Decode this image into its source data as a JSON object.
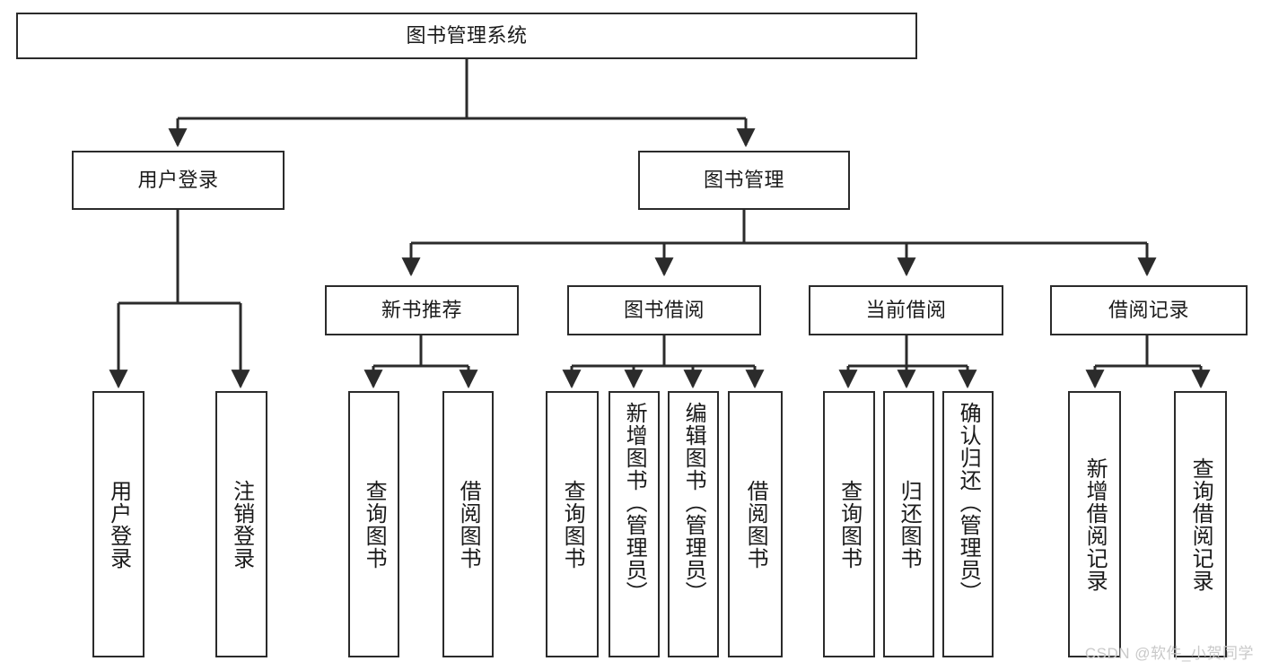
{
  "diagram": {
    "type": "tree",
    "title": "图书管理系统",
    "watermark": "CSDN @软件_小贺同学",
    "colors": {
      "box_border": "#2b2b2b",
      "box_fill": "#ffffff",
      "connector": "#2b2b2b",
      "text": "#1a1a1a",
      "watermark": "#c9c9c9"
    },
    "nodes": {
      "root": {
        "label": "图书管理系统"
      },
      "level2": [
        {
          "label": "用户登录"
        },
        {
          "label": "图书管理"
        }
      ],
      "level3": [
        {
          "label": "新书推荐"
        },
        {
          "label": "图书借阅"
        },
        {
          "label": "当前借阅"
        },
        {
          "label": "借阅记录"
        }
      ],
      "leaves": {
        "user_login": [
          {
            "label": "用户登录"
          },
          {
            "label": "注销登录"
          }
        ],
        "new_book_recommend": [
          {
            "label": "查询图书"
          },
          {
            "label": "借阅图书"
          }
        ],
        "book_borrow": [
          {
            "label": "查询图书"
          },
          {
            "label": "新增图书（管理员）"
          },
          {
            "label": "编辑图书（管理员）"
          },
          {
            "label": "借阅图书"
          }
        ],
        "current_borrow": [
          {
            "label": "查询图书"
          },
          {
            "label": "归还图书"
          },
          {
            "label": "确认归还（管理员）"
          }
        ],
        "borrow_record": [
          {
            "label": "新增借阅记录"
          },
          {
            "label": "查询借阅记录"
          }
        ]
      }
    }
  }
}
